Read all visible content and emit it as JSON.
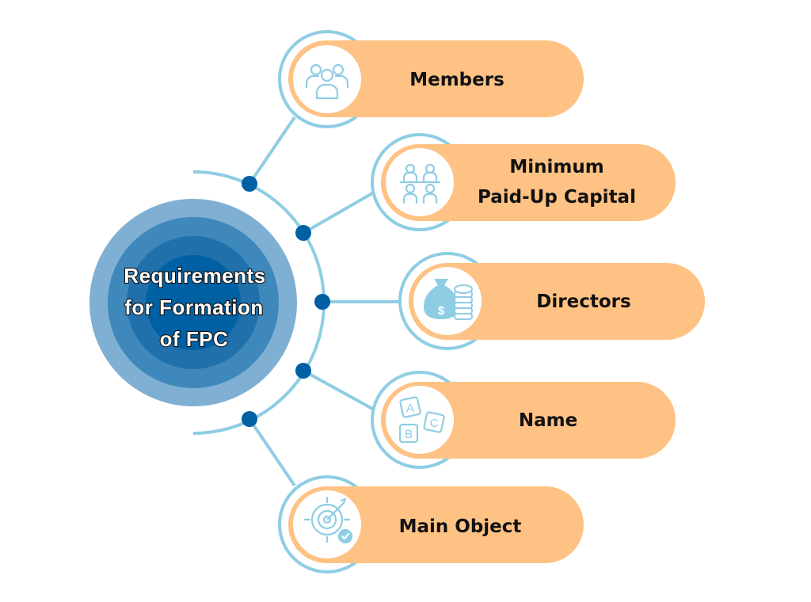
{
  "title": [
    "Requirements",
    "for Formation",
    "of FPC"
  ],
  "items": [
    {
      "label": [
        "Members"
      ],
      "icon": "people-group-icon"
    },
    {
      "label": [
        "Minimum",
        "Paid-Up Capital"
      ],
      "icon": "directors-icon"
    },
    {
      "label": [
        "Directors"
      ],
      "icon": "money-bag-icon"
    },
    {
      "label": [
        "Name"
      ],
      "icon": "abc-blocks-icon"
    },
    {
      "label": [
        "Main Object"
      ],
      "icon": "target-icon"
    }
  ],
  "colors": {
    "ring1": "#7fb0d3",
    "ring2": "#3f88bb",
    "ring3": "#2070ab",
    "ring4": "#0060a4",
    "connector": "#8fcde4",
    "dot": "#0060a4",
    "pill": "#fec284",
    "icon": "#8fcde4"
  }
}
